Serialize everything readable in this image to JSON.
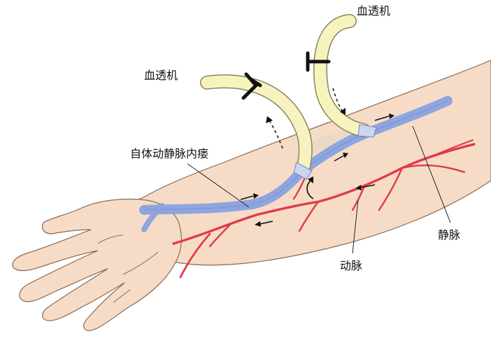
{
  "labels": {
    "dialyzer_left": "血透机",
    "dialyzer_right": "血透机",
    "fistula": "自体动静脉内瘘",
    "vein": "静脉",
    "artery": "动脉"
  },
  "colors": {
    "skin": "#f6dcc6",
    "skin_outline": "#8a6a55",
    "vein": "#8ea5df",
    "vein_edge": "#6f86c8",
    "artery": "#e23a4a",
    "tube": "#f7f3bf",
    "tube_edge": "#8b845e",
    "clamp": "#111111"
  }
}
